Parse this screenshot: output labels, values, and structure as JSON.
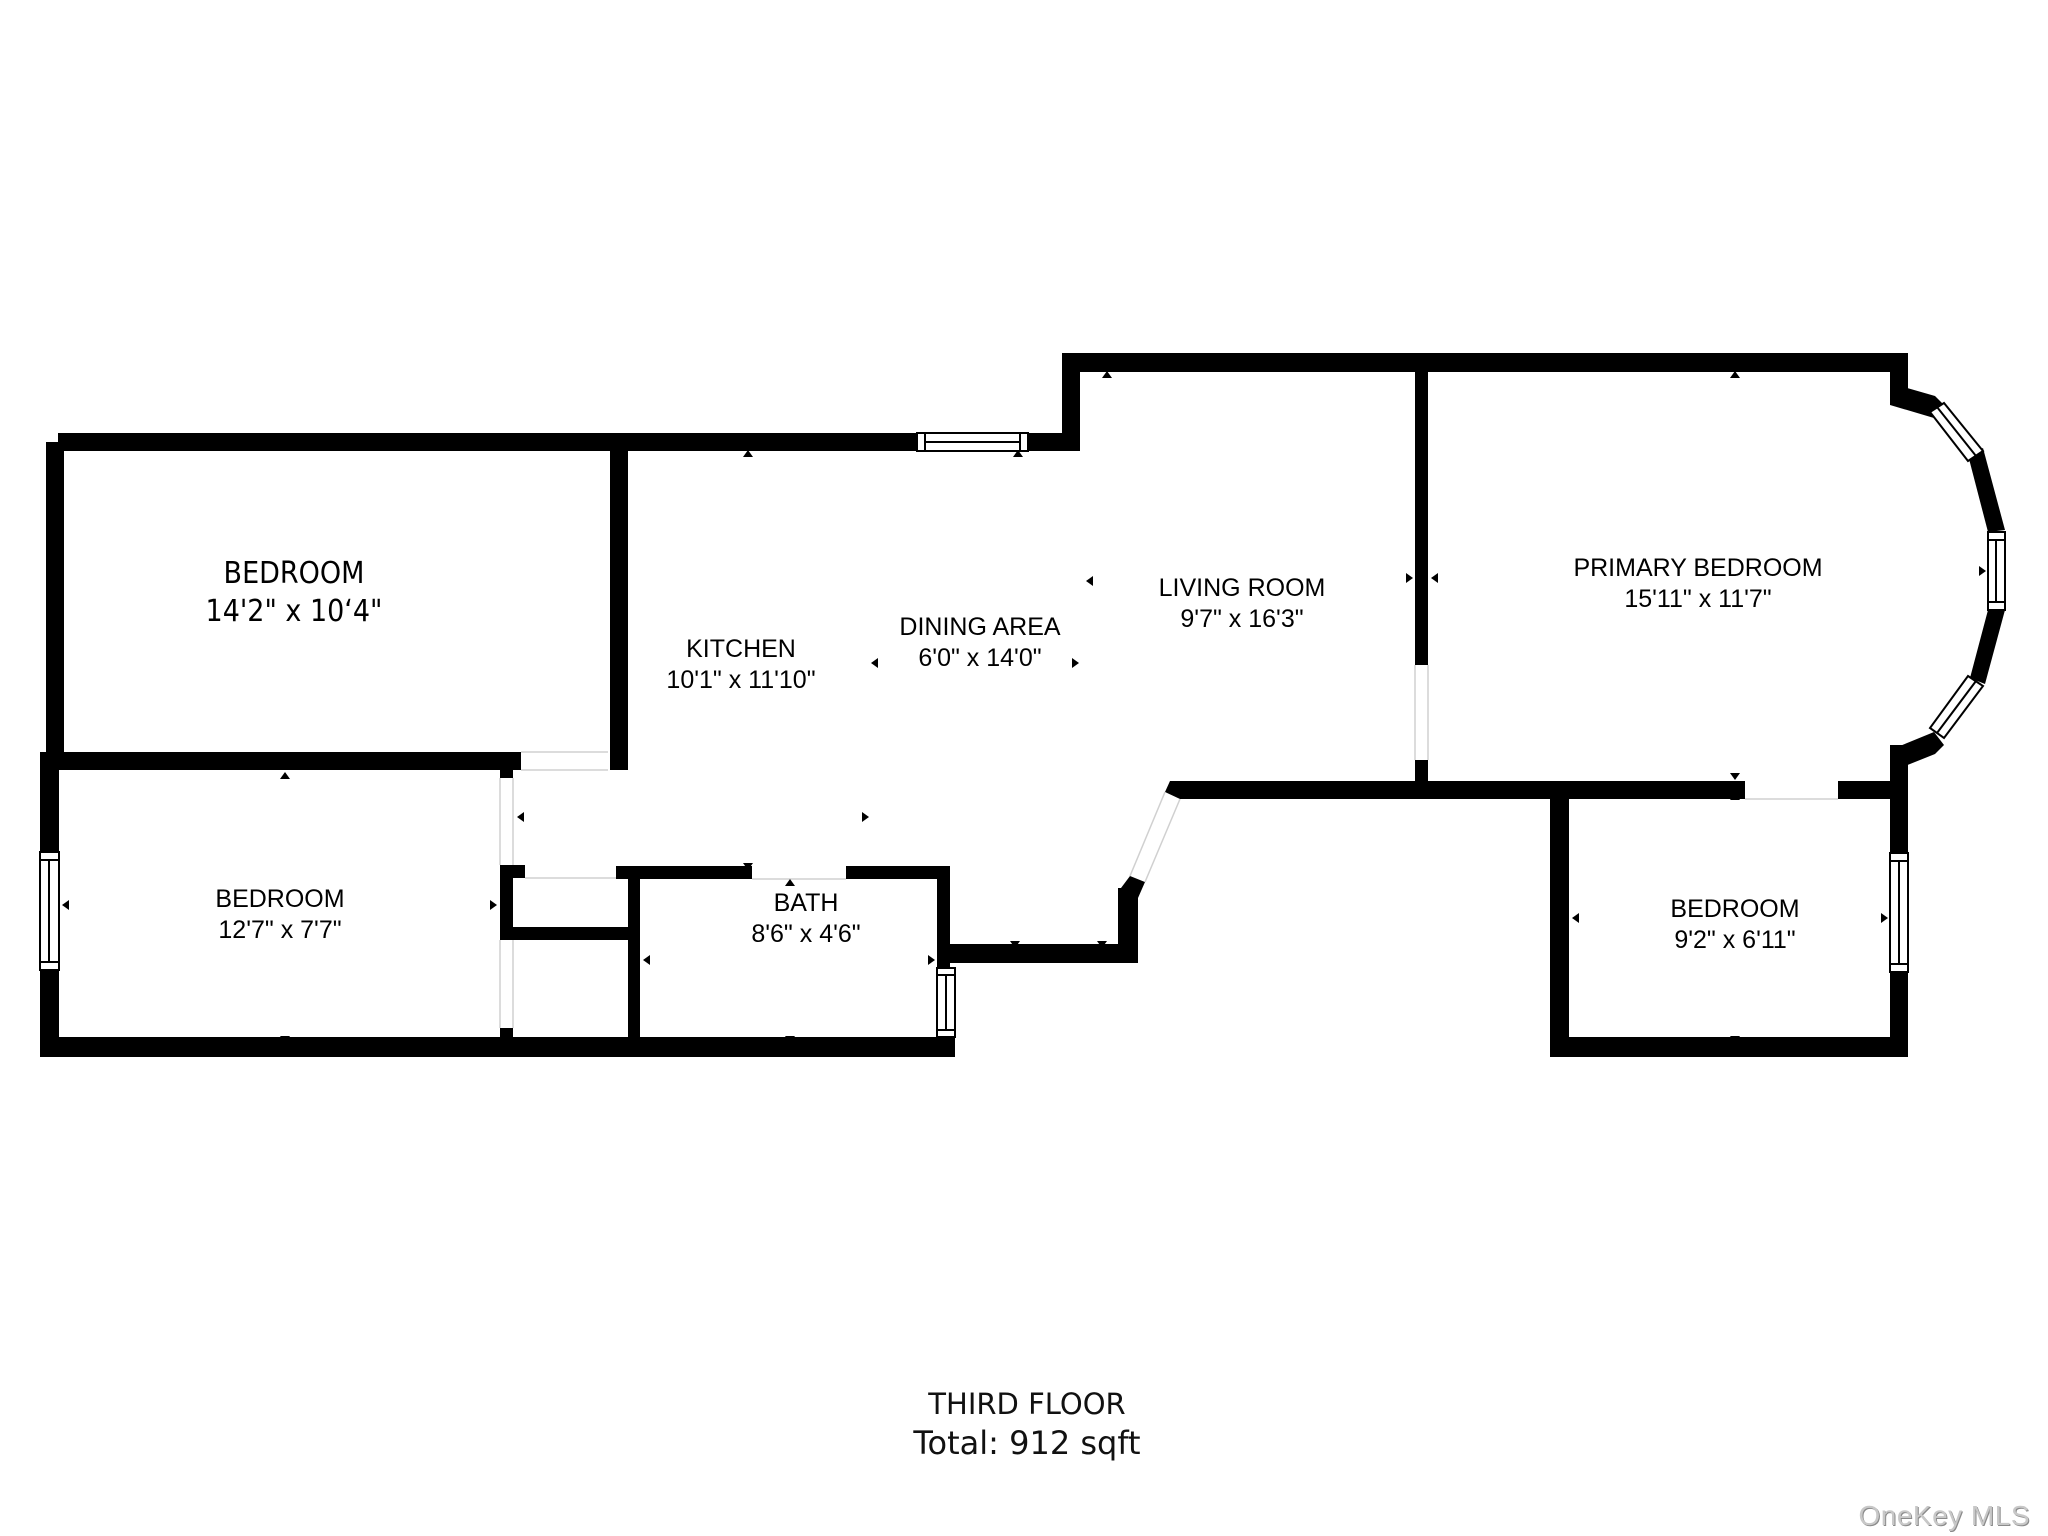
{
  "floor_plan": {
    "floor_name": "THIRD FLOOR",
    "total_area": "Total: 912 sqft",
    "rooms": [
      {
        "id": "bedroom-1",
        "name": "BEDROOM",
        "dimensions": "14'2\" x 10‘4\""
      },
      {
        "id": "kitchen",
        "name": "KITCHEN",
        "dimensions": "10'1\" x 11'10\""
      },
      {
        "id": "dining-area",
        "name": "DINING AREA",
        "dimensions": "6'0\" x 14'0\""
      },
      {
        "id": "living-room",
        "name": "LIVING ROOM",
        "dimensions": "9'7\" x 16'3\""
      },
      {
        "id": "primary-bedroom",
        "name": "PRIMARY BEDROOM",
        "dimensions": "15'11\" x 11'7\""
      },
      {
        "id": "bedroom-2",
        "name": "BEDROOM",
        "dimensions": "12'7\" x 7'7\""
      },
      {
        "id": "bath",
        "name": "BATH",
        "dimensions": "8'6\" x 4'6\""
      },
      {
        "id": "bedroom-3",
        "name": "BEDROOM",
        "dimensions": "9'2\" x 6'11\""
      }
    ]
  },
  "watermark": "OneKey MLS",
  "colors": {
    "wall": "#000000",
    "background": "#ffffff",
    "watermark": "#c8c8c8"
  }
}
